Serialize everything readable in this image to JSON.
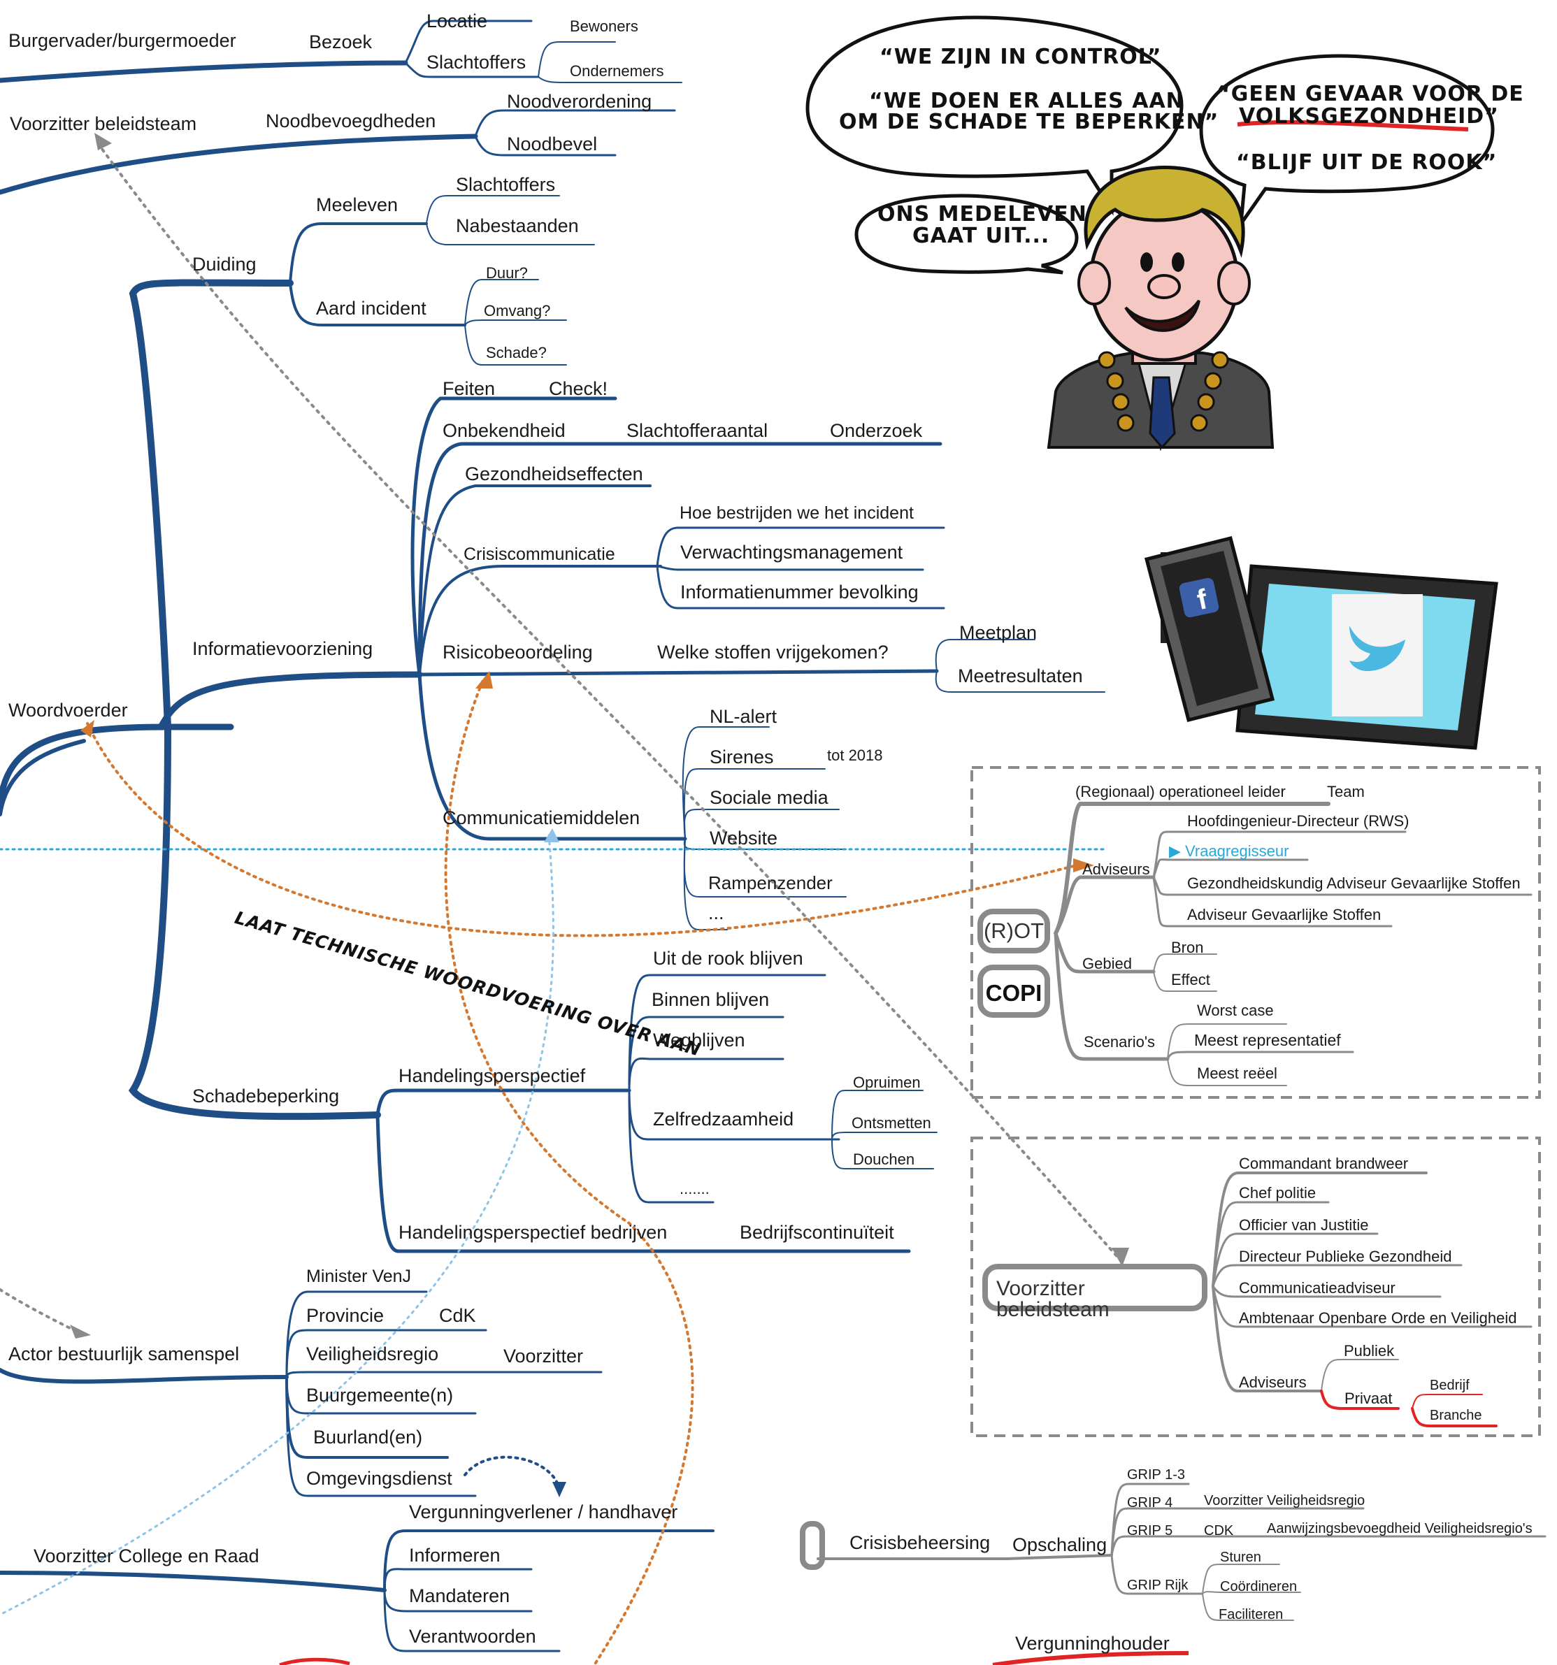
{
  "left": {
    "burgervader": "Burgervader/burgermoeder",
    "bezoek": "Bezoek",
    "locatie": "Locatie",
    "slachtoffers1": "Slachtoffers",
    "bewoners": "Bewoners",
    "ondernemers": "Ondernemers",
    "voorzitter_bt": "Voorzitter beleidsteam",
    "noodbevoegdheden": "Noodbevoegdheden",
    "noodverordening": "Noodverordening",
    "noodbevel": "Noodbevel",
    "duiding": "Duiding",
    "meeleven": "Meeleven",
    "slachtoffers2": "Slachtoffers",
    "nabestaanden": "Nabestaanden",
    "aard_incident": "Aard incident",
    "duur": "Duur?",
    "omvang": "Omvang?",
    "schade": "Schade?",
    "woordvoerder": "Woordvoerder",
    "informatievoorziening": "Informatievoorziening",
    "feiten": "Feiten",
    "check": "Check!",
    "onbekendheid": "Onbekendheid",
    "slachtofferaantal": "Slachtofferaantal",
    "onderzoek": "Onderzoek",
    "gezondheidseffecten": "Gezondheidseffecten",
    "crisiscommunicatie": "Crisiscommunicatie",
    "hoe_bestrijden": "Hoe bestrijden we het incident",
    "verwachtingsmanagement": "Verwachtingsmanagement",
    "informatienummer": "Informatienummer bevolking",
    "risicobeoordeling": "Risicobeoordeling",
    "welke_stoffen": "Welke stoffen vrijgekomen?",
    "meetplan": "Meetplan",
    "meetresultaten": "Meetresultaten",
    "communicatiemiddelen": "Communicatiemiddelen",
    "nl_alert": "NL-alert",
    "sirenes": "Sirenes",
    "tot_2018": "tot 2018",
    "sociale_media": "Sociale media",
    "website": "Website",
    "rampenzender": "Rampenzender",
    "ellipsis1": "...",
    "technische": "LAAT TECHNISCHE WOORDVOERING OVER AAN",
    "uit_rook": "Uit de rook blijven",
    "binnen_blijven": "Binnen blijven",
    "wegblijven": "Wegblijven",
    "schadebeperking": "Schadebeperking",
    "handelingsperspectief": "Handelingsperspectief",
    "zelfredzaamheid": "Zelfredzaamheid",
    "opruimen": "Opruimen",
    "ontsmetten": "Ontsmetten",
    "douchen": "Douchen",
    "ellipsis2": ".......",
    "handelings_bedrijven": "Handelingsperspectief bedrijven",
    "bedrijfscontinuiteit": "Bedrijfscontinuïteit",
    "minister": "Minister VenJ",
    "actor": "Actor bestuurlijk samenspel",
    "provincie": "Provincie",
    "cdk1": "CdK",
    "veiligheidsregio": "Veiligheidsregio",
    "voorzitter": "Voorzitter",
    "buurgemeente": "Buurgemeente(n)",
    "buurland": "Buurland(en)",
    "omgevingsdienst": "Omgevingsdienst",
    "vergunningverlener": "Vergunningverlener / handhaver",
    "voorzitter_college": "Voorzitter College en Raad",
    "informeren": "Informeren",
    "mandateren": "Mandateren",
    "verantwoorden": "Verantwoorden"
  },
  "bubbles": {
    "control": "“WE ZIJN IN CONTROL”",
    "alles1": "“WE DOEN ER ALLES AAN",
    "alles2": "OM DE SCHADE TE BEPERKEN”",
    "gevaar1": "“GEEN GEVAAR VOOR DE",
    "gevaar2": "VOLKSGEZONDHEID”",
    "rook": "“BLIJF UIT DE ROOK”",
    "medeleven1": "ONS MEDELEVEN",
    "medeleven2": "GAAT UIT..."
  },
  "rot": {
    "rot_label": "(R)OT",
    "copi_label": "COPI",
    "operationeel": "(Regionaal) operationeel leider",
    "team": "Team",
    "adviseurs": "Adviseurs",
    "hoofdingenieur": "Hoofdingenieur-Directeur (RWS)",
    "vraagregisseur": "Vraagregisseur",
    "gezondheidskundig": "Gezondheidskundig Adviseur Gevaarlijke Stoffen",
    "adviseur_gs": "Adviseur Gevaarlijke Stoffen",
    "gebied": "Gebied",
    "bron": "Bron",
    "effect": "Effect",
    "scenarios": "Scenario's",
    "worst_case": "Worst case",
    "meest_repr": "Meest representatief",
    "meest_reeel": "Meest reëel"
  },
  "beleidsteam": {
    "label": "Voorzitter beleidsteam",
    "commandant": "Commandant brandweer",
    "chef_politie": "Chef politie",
    "officier": "Officier van Justitie",
    "directeur": "Directeur Publieke Gezondheid",
    "communicatieadviseur": "Communicatieadviseur",
    "ambtenaar": "Ambtenaar Openbare Orde en Veiligheid",
    "adviseurs": "Adviseurs",
    "publiek": "Publiek",
    "privaat": "Privaat",
    "bedrijf": "Bedrijf",
    "branche": "Branche"
  },
  "crisis": {
    "crisisbeheersing": "Crisisbeheersing",
    "opschaling": "Opschaling",
    "grip13": "GRIP 1-3",
    "grip4": "GRIP 4",
    "voorzitter_vr": "Voorzitter Veiligheidsregio",
    "grip5": "GRIP 5",
    "cdk": "CDK",
    "aanwijzing": "Aanwijzingsbevoegdheid Veiligheidsregio's",
    "grip_rijk": "GRIP Rijk",
    "sturen": "Sturen",
    "coordineren": "Coördineren",
    "faciliteren": "Faciliteren",
    "vergunninghouder": "Vergunninghouder"
  },
  "colors": {
    "branch_blue": "#1f4e86",
    "dotted_orange": "#d4782f",
    "dotted_gray": "#8a8a8a",
    "dotted_cyan": "#29a8d8",
    "light_blue_dots": "#8cc3e6",
    "red_accent": "#e02424",
    "box_gray": "#8a8a8a"
  },
  "icons": [
    "mayor-illustration",
    "phone-facebook-icon",
    "tablet-twitter-icon"
  ]
}
